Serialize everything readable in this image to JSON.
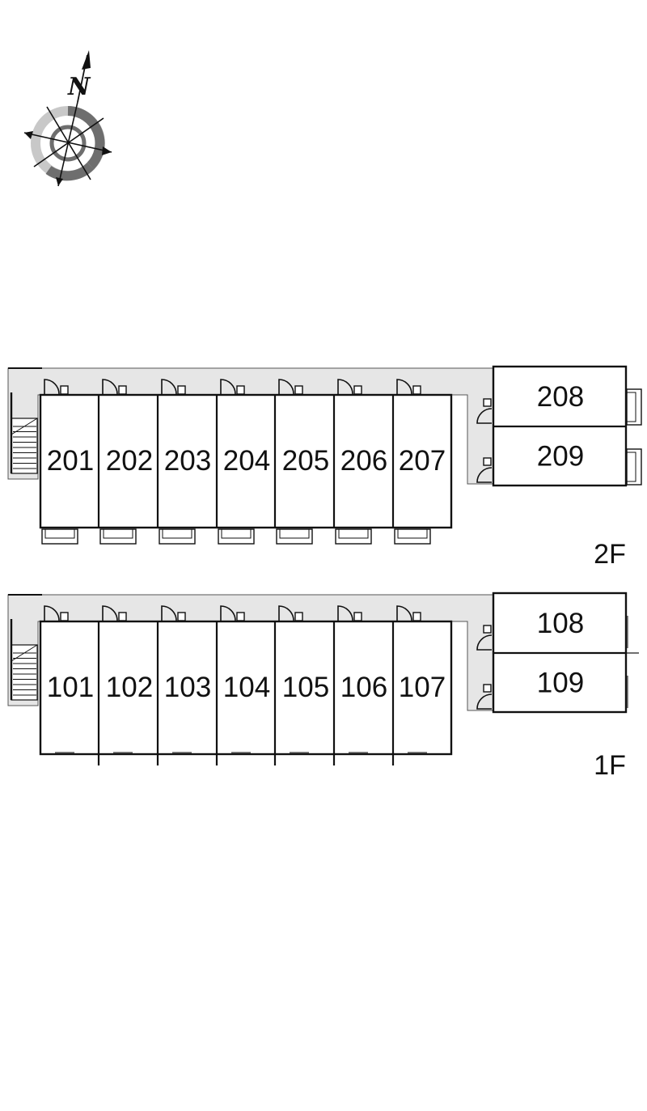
{
  "compass": {
    "letter": "N",
    "icon": "compass-rose-icon"
  },
  "floors": [
    {
      "label": "2F",
      "row_units": [
        "201",
        "202",
        "203",
        "204",
        "205",
        "206",
        "207"
      ],
      "side_units": [
        "208",
        "209"
      ]
    },
    {
      "label": "1F",
      "row_units": [
        "101",
        "102",
        "103",
        "104",
        "105",
        "106",
        "107"
      ],
      "side_units": [
        "108",
        "109"
      ]
    }
  ],
  "colors": {
    "line": "#111111",
    "corridor": "#e6e6e6",
    "compass_light": "#c8c8c8",
    "compass_dark": "#6e6e6e"
  }
}
